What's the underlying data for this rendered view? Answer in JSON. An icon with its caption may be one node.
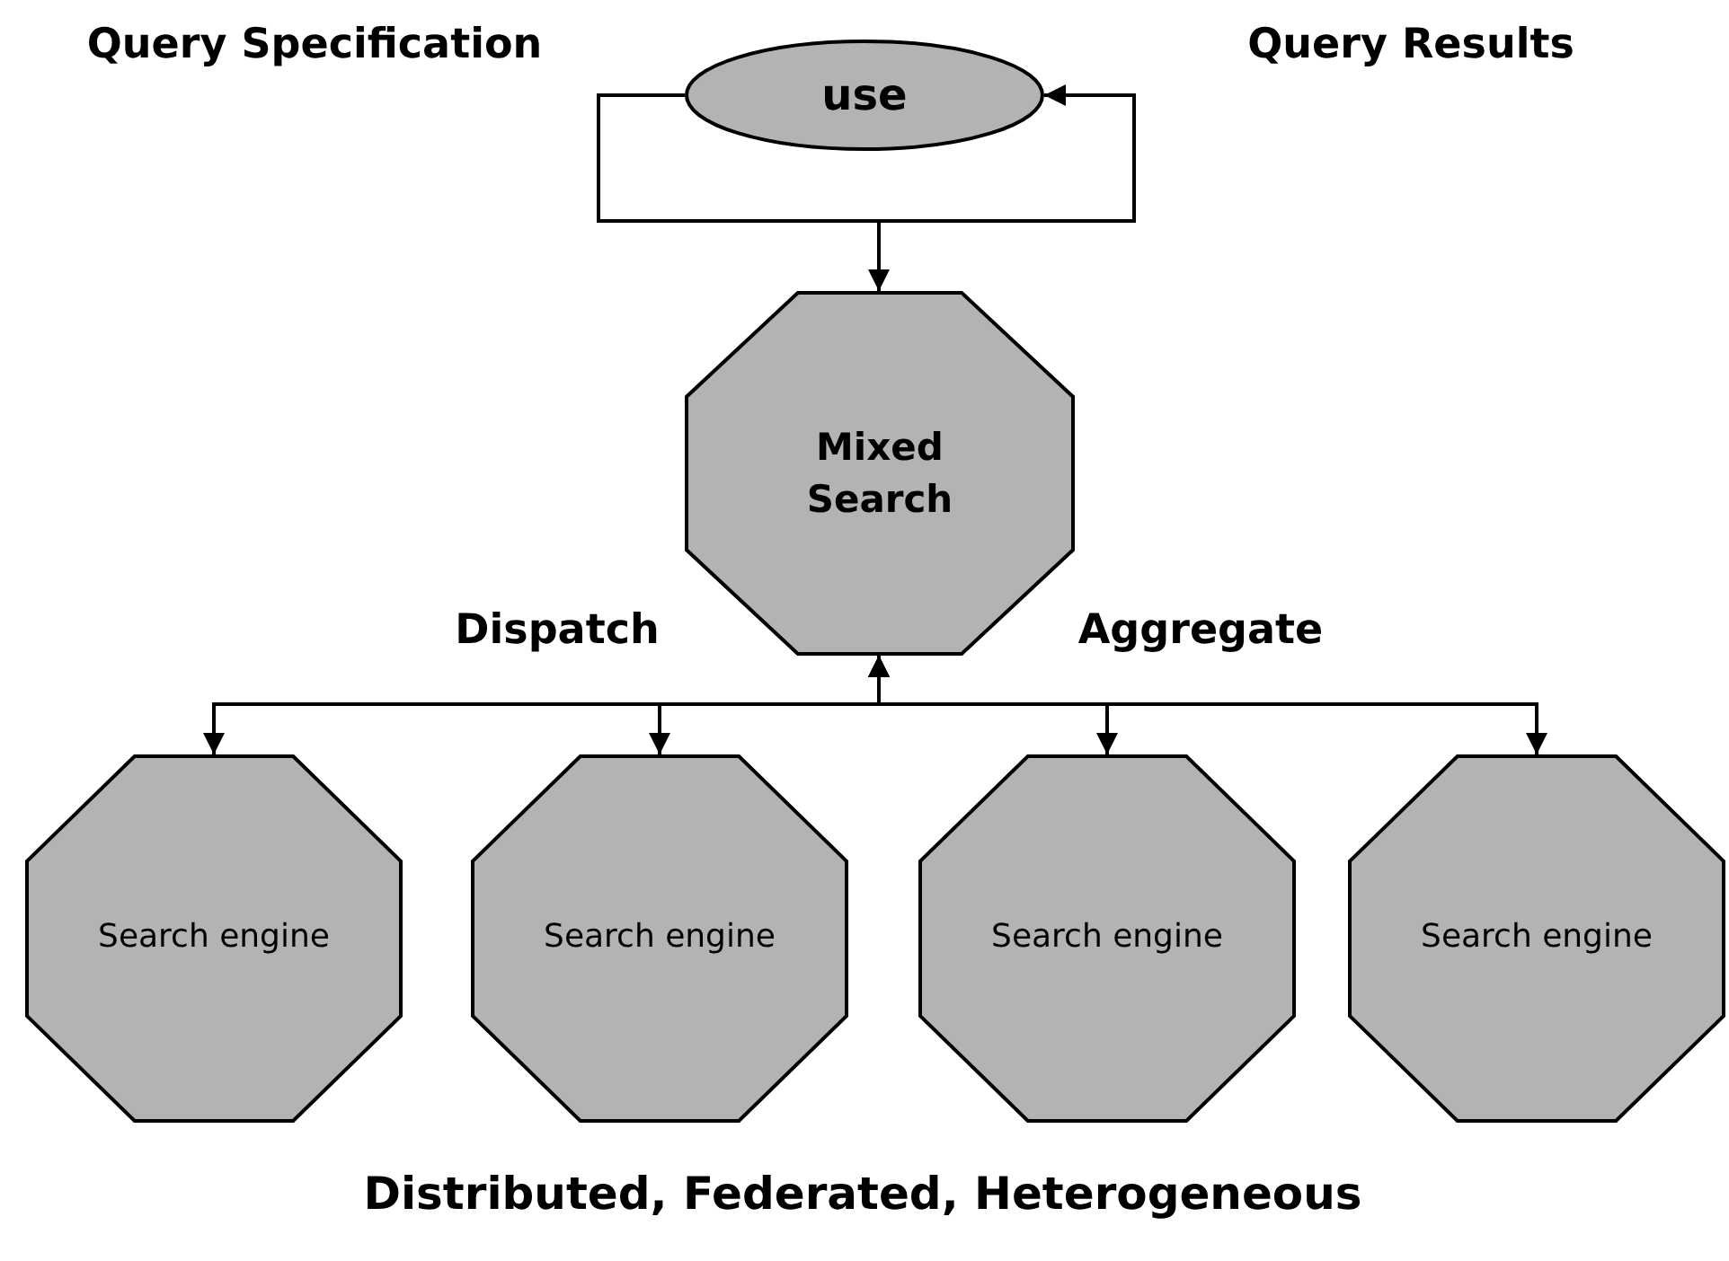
{
  "diagram": {
    "nodes": [
      {
        "text": [
          "use"
        ]
      },
      {
        "text": [
          "Mixed Search"
        ]
      },
      {
        "text": [
          "Search engine"
        ]
      },
      {
        "text": [
          "Search engine"
        ]
      },
      {
        "text": [
          "Search engine"
        ]
      },
      {
        "text": [
          "Search engine"
        ]
      }
    ],
    "edges": [
      {
        "from": 0,
        "to": 1,
        "arrow": "to"
      },
      {
        "from": 1,
        "to": 0,
        "arrow": "to"
      },
      {
        "from": 1,
        "to": 2,
        "arrow": "both"
      },
      {
        "from": 1,
        "to": 3,
        "arrow": "both"
      },
      {
        "from": 1,
        "to": 4,
        "arrow": "both"
      },
      {
        "from": 1,
        "to": 5,
        "arrow": "both"
      }
    ],
    "labels": [
      "Query Specification",
      "Query Results",
      "Dispatch",
      "Aggregate",
      "Distributed, Federated, Heterogeneous"
    ]
  }
}
